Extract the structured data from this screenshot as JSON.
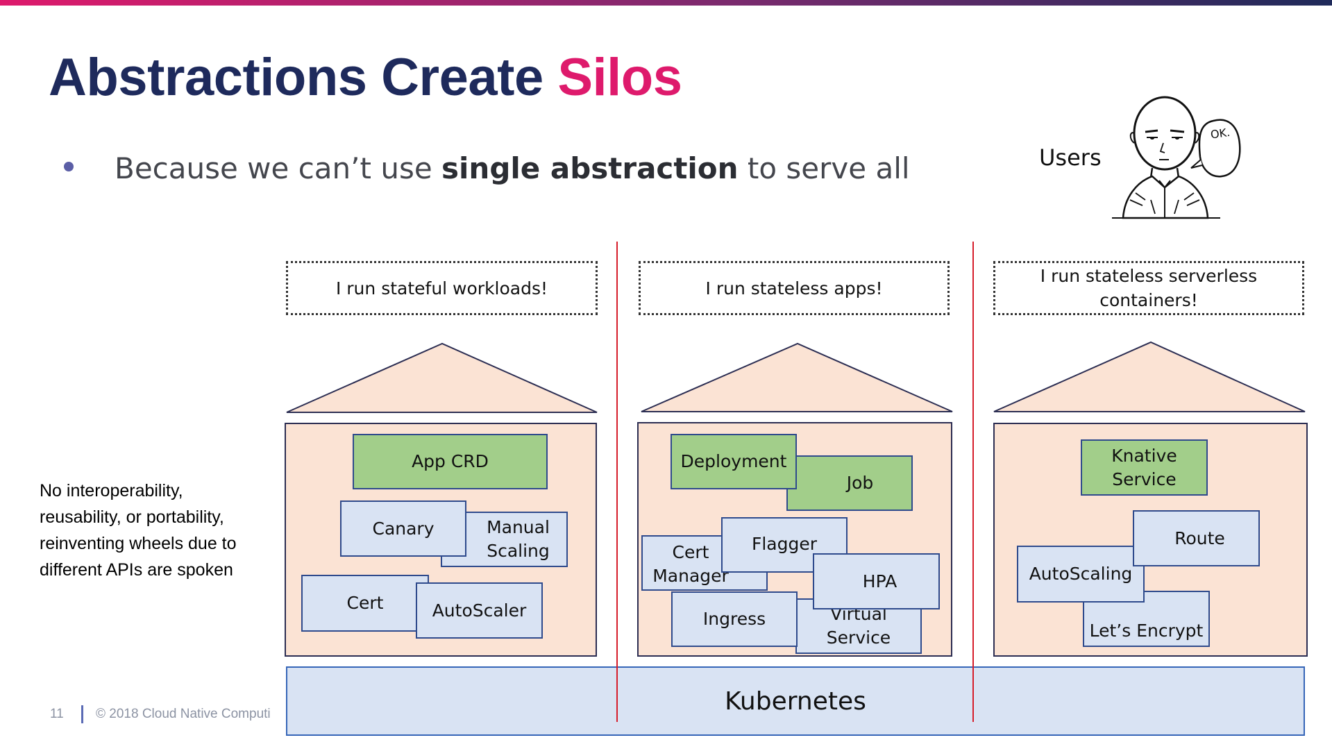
{
  "slide": {
    "title_main": "Abstractions Create ",
    "title_accent": "Silos",
    "bullet_before": "Because we can’t use ",
    "bullet_bold": "single abstraction",
    "bullet_after": " to serve all",
    "users_label": "Users",
    "speech_text": "OK.",
    "side_note": "No interoperability, reusability, or portability, reinventing wheels due to different APIs are spoken",
    "page_number": "11",
    "footer_copyright": "© 2018 Cloud Native Computi",
    "platform_label": "Kubernetes"
  },
  "columns": [
    {
      "caption": "I run stateful workloads!",
      "components": [
        {
          "label": "App CRD",
          "kind": "custom"
        },
        {
          "label": "Manual Scaling",
          "kind": "builtin"
        },
        {
          "label": "Canary",
          "kind": "builtin"
        },
        {
          "label": "Cert",
          "kind": "builtin"
        },
        {
          "label": "AutoScaler",
          "kind": "builtin"
        }
      ]
    },
    {
      "caption": "I run stateless apps!",
      "components": [
        {
          "label": "Job",
          "kind": "custom"
        },
        {
          "label": "Deployment",
          "kind": "custom"
        },
        {
          "label": "Cert Manager",
          "kind": "builtin"
        },
        {
          "label": "Flagger",
          "kind": "builtin"
        },
        {
          "label": "Virtual Service",
          "kind": "builtin"
        },
        {
          "label": "Ingress",
          "kind": "builtin"
        },
        {
          "label": "HPA",
          "kind": "builtin"
        }
      ]
    },
    {
      "caption": "I run stateless serverless containers!",
      "components": [
        {
          "label": "Knative Service",
          "kind": "custom"
        },
        {
          "label": "Let’s Encrypt",
          "kind": "builtin"
        },
        {
          "label": "AutoScaling",
          "kind": "builtin"
        },
        {
          "label": "Route",
          "kind": "builtin"
        }
      ]
    }
  ],
  "colors": {
    "title": "#1e2a5c",
    "accent": "#de1a6c",
    "house_fill": "#fbe3d4",
    "custom_component": "#a2ce8a",
    "builtin_component": "#d9e3f3",
    "divider": "#d61d2a"
  }
}
